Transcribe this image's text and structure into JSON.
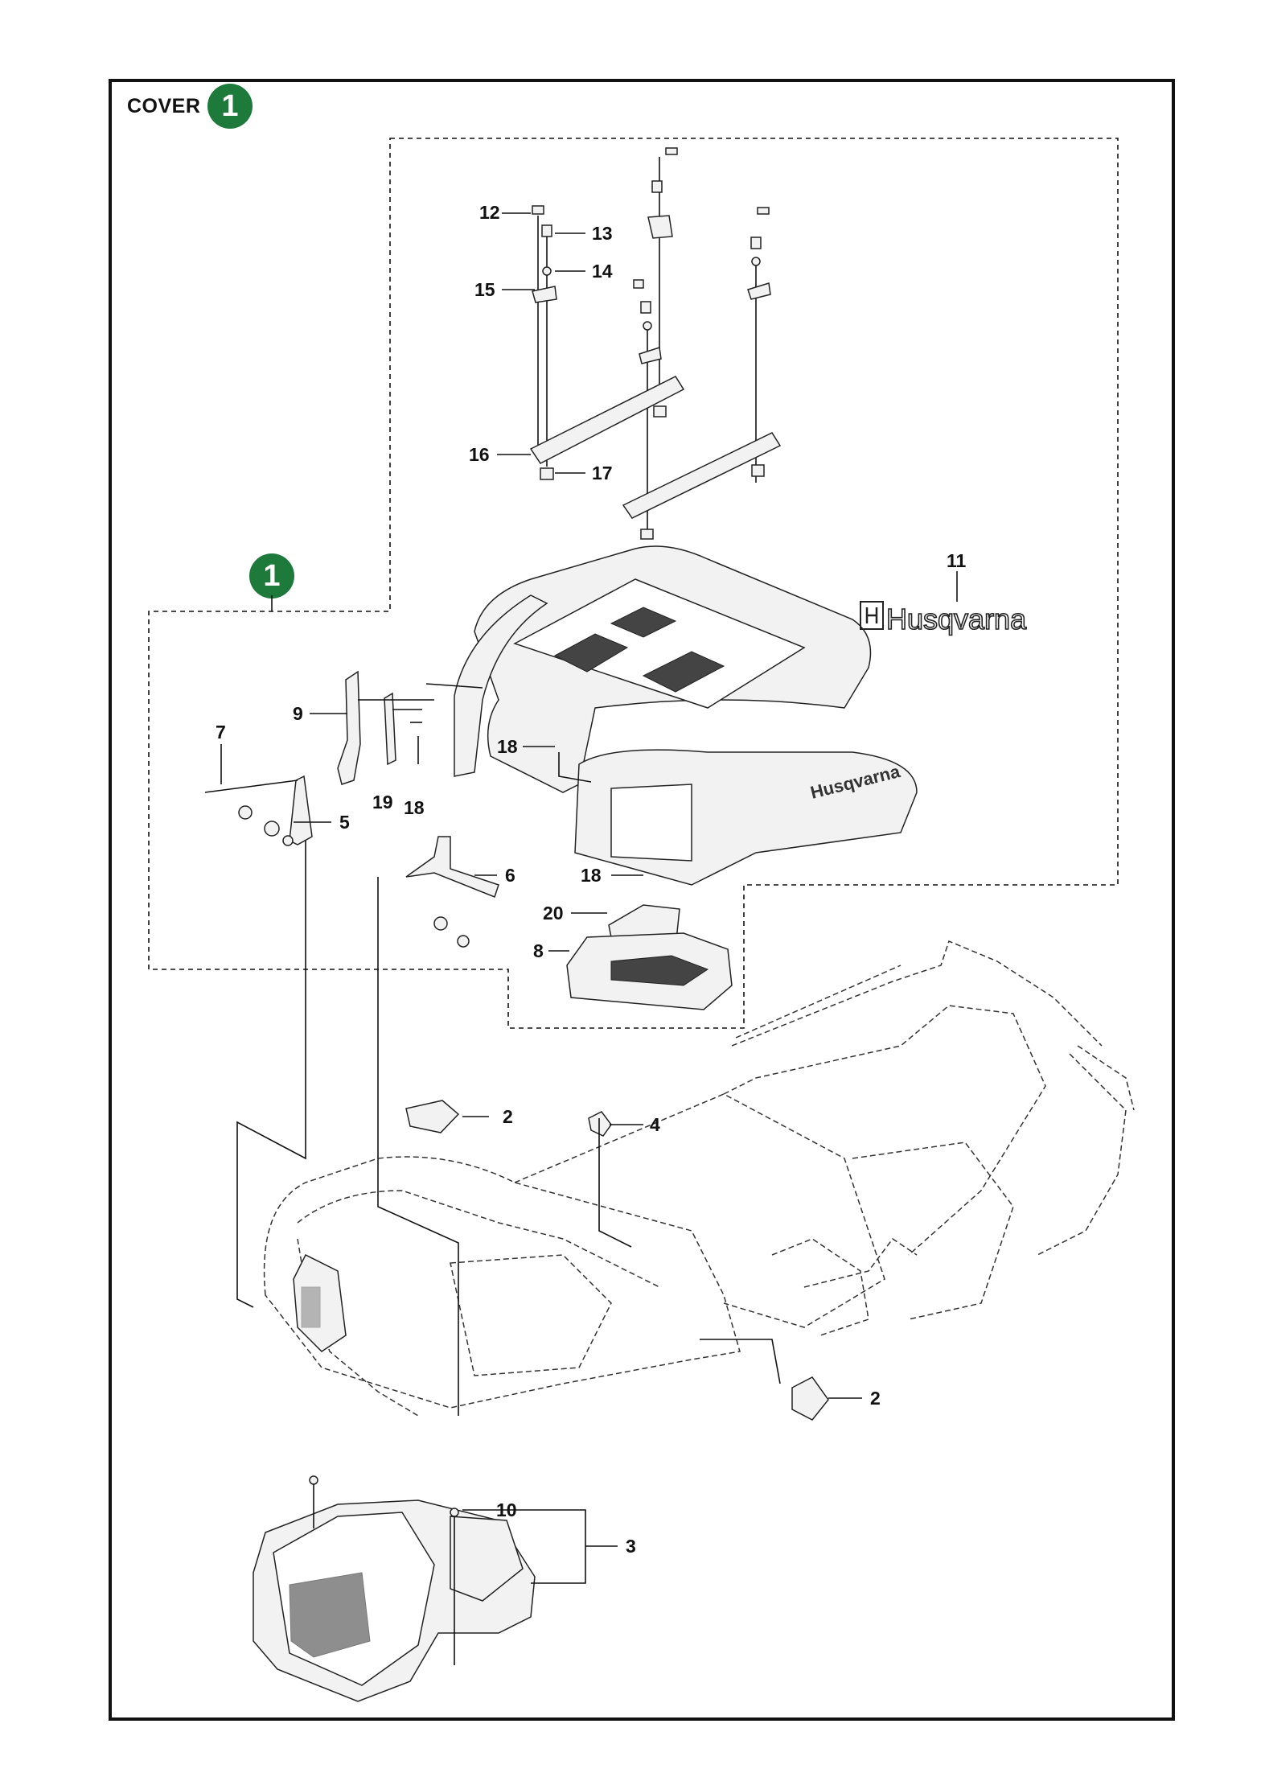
{
  "header": {
    "title": "COVER",
    "badge_number": "1"
  },
  "group_badge": {
    "number": "1"
  },
  "brand": {
    "logo_text": "Husqvarna",
    "cover_logo_text": "Husqvarna"
  },
  "colors": {
    "badge": "#1e7a3a",
    "line": "#111111"
  },
  "callouts": [
    {
      "id": "c12",
      "text": "12"
    },
    {
      "id": "c13",
      "text": "13"
    },
    {
      "id": "c14",
      "text": "14"
    },
    {
      "id": "c15",
      "text": "15"
    },
    {
      "id": "c16",
      "text": "16"
    },
    {
      "id": "c17",
      "text": "17"
    },
    {
      "id": "c11",
      "text": "11"
    },
    {
      "id": "c9",
      "text": "9"
    },
    {
      "id": "c7",
      "text": "7"
    },
    {
      "id": "c18a",
      "text": "18"
    },
    {
      "id": "c5",
      "text": "5"
    },
    {
      "id": "c19",
      "text": "19"
    },
    {
      "id": "c18b",
      "text": "18"
    },
    {
      "id": "c6",
      "text": "6"
    },
    {
      "id": "c18c",
      "text": "18"
    },
    {
      "id": "c20",
      "text": "20"
    },
    {
      "id": "c8",
      "text": "8"
    },
    {
      "id": "c2a",
      "text": "2"
    },
    {
      "id": "c4",
      "text": "4"
    },
    {
      "id": "c2b",
      "text": "2"
    },
    {
      "id": "c10",
      "text": "10"
    },
    {
      "id": "c3",
      "text": "3"
    }
  ]
}
